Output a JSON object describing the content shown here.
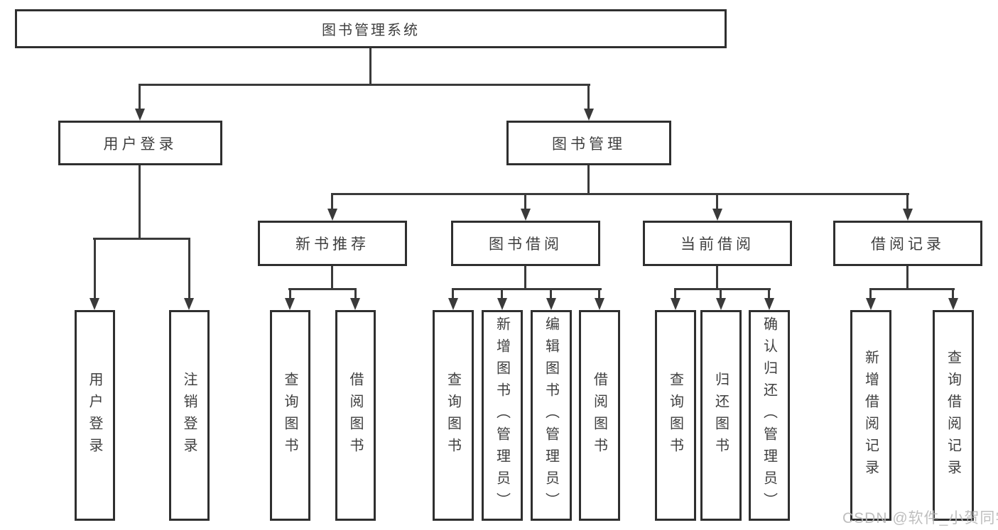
{
  "diagram_title": "图书管理系统",
  "watermark": "CSDN @软件_小贺同学",
  "colors": {
    "line": "#3a3a3a",
    "border": "#2f2f2f",
    "text": "#3f3f3f",
    "watermark": "#b8b8b8",
    "background": "#ffffff"
  },
  "nodes": {
    "root": "图书管理系统",
    "user_login": "用户登录",
    "book_management": "图书管理",
    "new_book_recommend": "新书推荐",
    "book_borrow": "图书借阅",
    "current_borrow": "当前借阅",
    "borrow_records": "借阅记录",
    "ul_user_login": "用户登录",
    "ul_logout": "注销登录",
    "nb_query_books": "查询图书",
    "nb_borrow_books": "借阅图书",
    "bb_query_books": "查询图书",
    "bb_add_books": "新增图书（管理员）",
    "bb_edit_books": "编辑图书（管理员）",
    "bb_borrow_books": "借阅图书",
    "cb_query_books": "查询图书",
    "cb_return_books": "归还图书",
    "cb_confirm_return": "确认归还（管理员）",
    "br_add_record": "新增借阅记录",
    "br_query_record": "查询借阅记录"
  },
  "edges": [
    {
      "from": "root",
      "to": "user_login"
    },
    {
      "from": "root",
      "to": "book_management"
    },
    {
      "from": "user_login",
      "to": "ul_user_login"
    },
    {
      "from": "user_login",
      "to": "ul_logout"
    },
    {
      "from": "book_management",
      "to": "new_book_recommend"
    },
    {
      "from": "book_management",
      "to": "book_borrow"
    },
    {
      "from": "book_management",
      "to": "current_borrow"
    },
    {
      "from": "book_management",
      "to": "borrow_records"
    },
    {
      "from": "new_book_recommend",
      "to": "nb_query_books"
    },
    {
      "from": "new_book_recommend",
      "to": "nb_borrow_books"
    },
    {
      "from": "book_borrow",
      "to": "bb_query_books"
    },
    {
      "from": "book_borrow",
      "to": "bb_add_books"
    },
    {
      "from": "book_borrow",
      "to": "bb_edit_books"
    },
    {
      "from": "book_borrow",
      "to": "bb_borrow_books"
    },
    {
      "from": "current_borrow",
      "to": "cb_query_books"
    },
    {
      "from": "current_borrow",
      "to": "cb_return_books"
    },
    {
      "from": "current_borrow",
      "to": "cb_confirm_return"
    },
    {
      "from": "borrow_records",
      "to": "br_add_record"
    },
    {
      "from": "borrow_records",
      "to": "br_query_record"
    }
  ]
}
